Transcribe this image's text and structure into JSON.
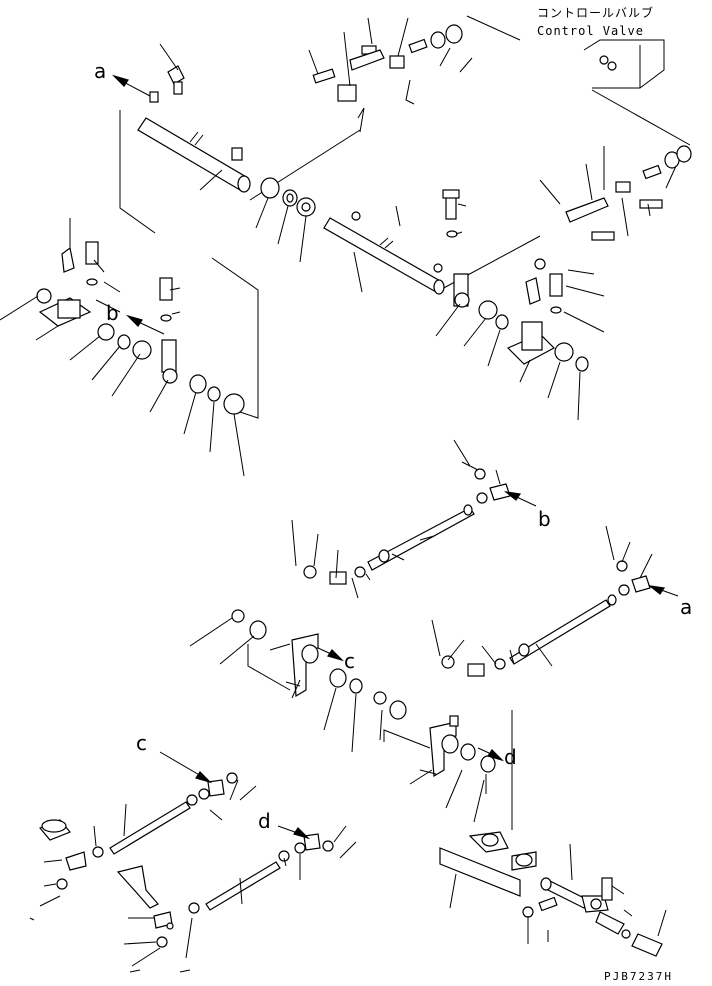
{
  "diagram": {
    "control_valve": {
      "label_jp": "コントロールバルブ",
      "label_en": "Control Valve"
    },
    "callouts": {
      "a": "a",
      "b": "b",
      "c": "c",
      "d": "d"
    },
    "drawing_code": "PJB7237H"
  }
}
